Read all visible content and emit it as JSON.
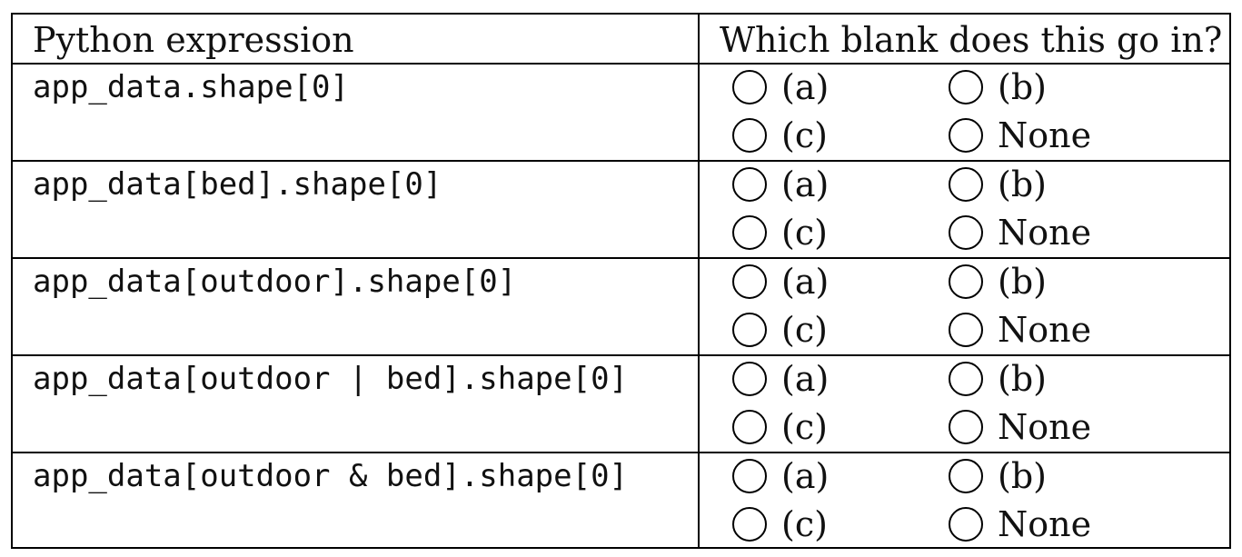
{
  "header": {
    "left": "Python expression",
    "right": "Which blank does this go in?"
  },
  "options": [
    "(a)",
    "(b)",
    "(c)",
    "None"
  ],
  "rows": [
    {
      "expression": "app_data.shape[0]"
    },
    {
      "expression": "app_data[bed].shape[0]"
    },
    {
      "expression": "app_data[outdoor].shape[0]"
    },
    {
      "expression": "app_data[outdoor | bed].shape[0]"
    },
    {
      "expression": "app_data[outdoor & bed].shape[0]"
    }
  ]
}
